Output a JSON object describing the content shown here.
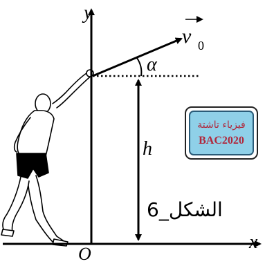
{
  "labels": {
    "y_axis": "y",
    "x_axis": "x",
    "origin": "O",
    "height": "h",
    "velocity": "v",
    "velocity_subscript": "0",
    "angle": "α",
    "figure_caption": "الشكل_6"
  },
  "watermark": {
    "line1": "فيزياء تاشتة",
    "line2": "BAC2020"
  },
  "colors": {
    "ink": "#000000",
    "stamp_fill": "#8fd0e8",
    "stamp_text": "#b0283c",
    "stamp_border": "#2a5b78"
  }
}
